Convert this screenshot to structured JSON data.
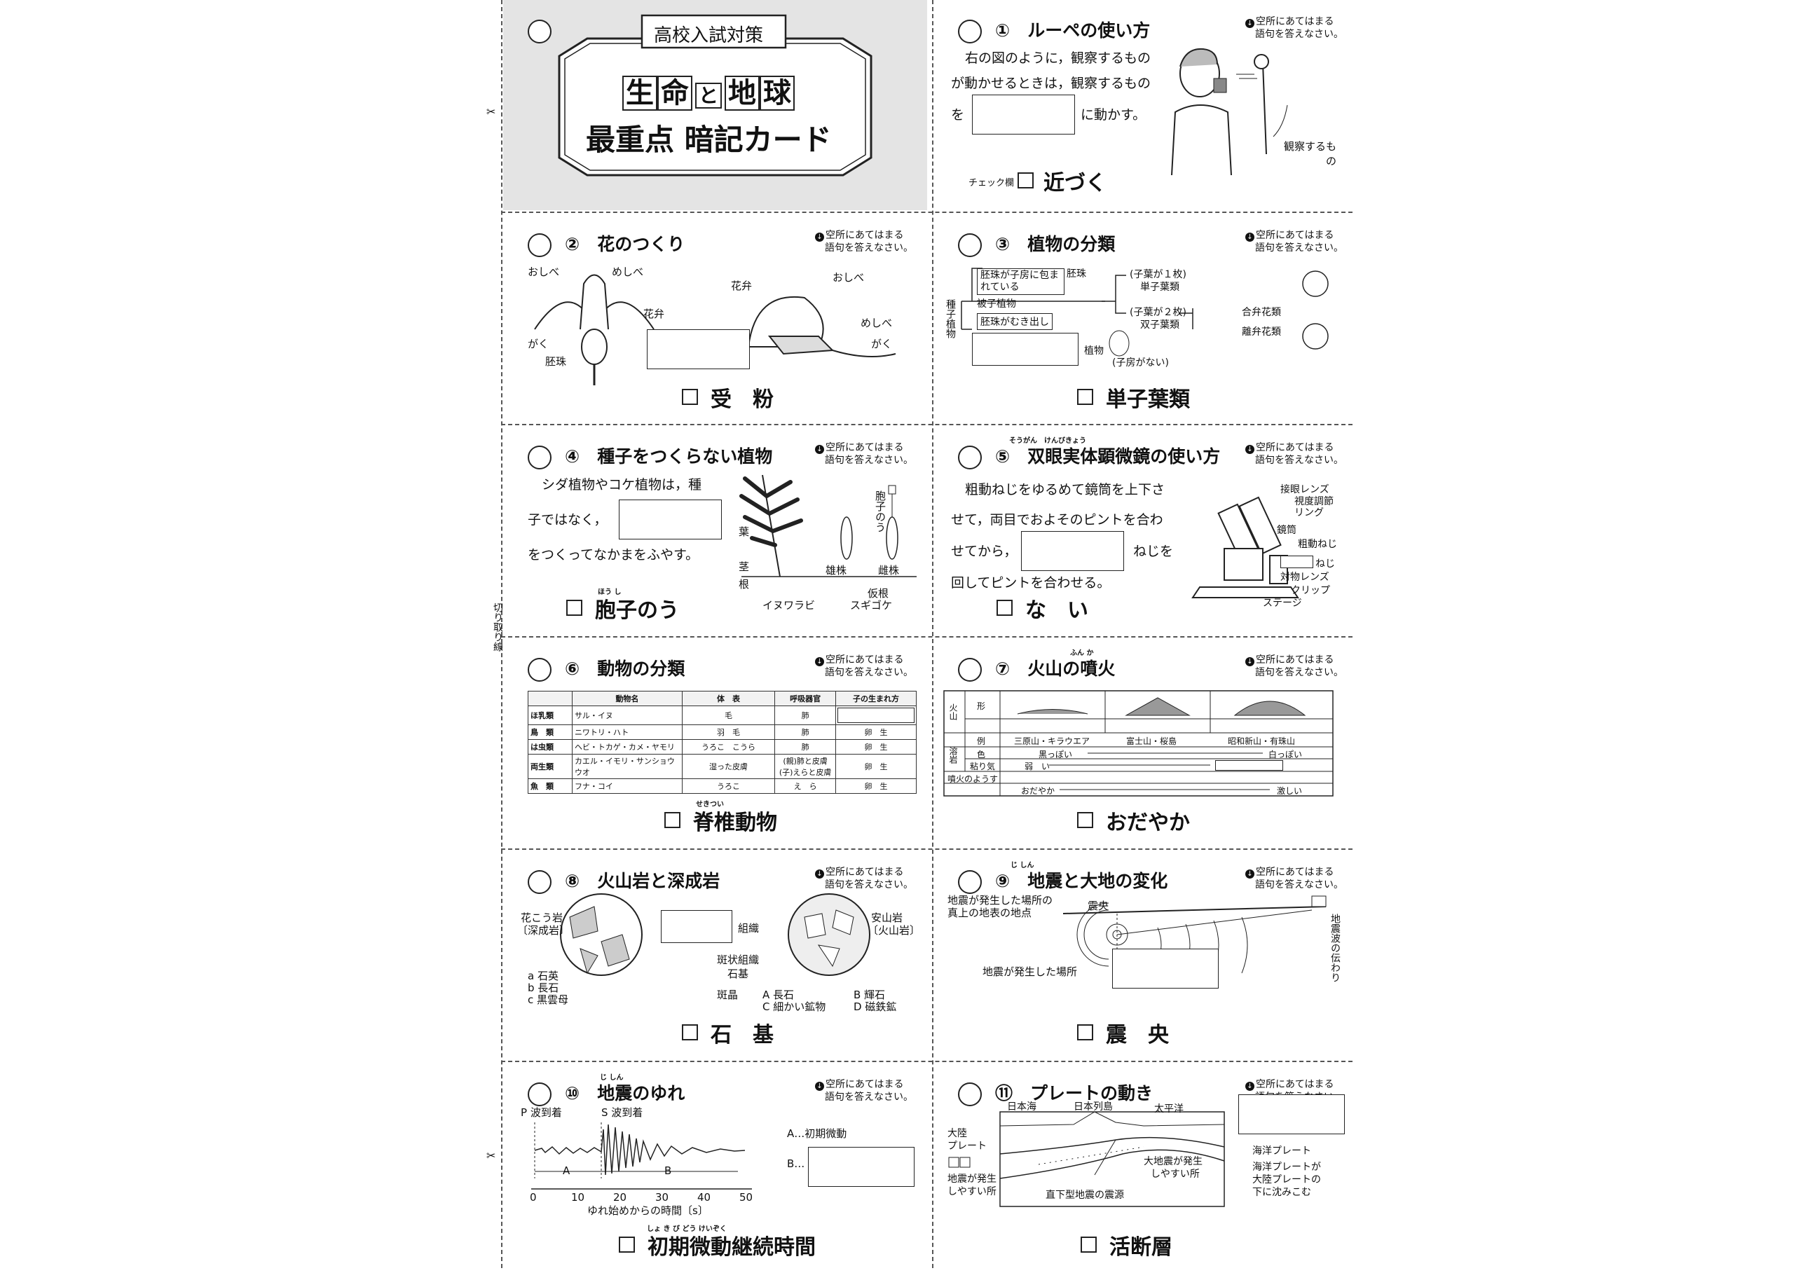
{
  "note": {
    "line1": "空所にあてはまる",
    "line2": "語句を答えなさい。"
  },
  "check_label": "チェック欄",
  "cut_label": "切り取り線",
  "cover": {
    "top": "高校入試対策",
    "t1": "生",
    "t2": "命",
    "t3": "と",
    "t4": "地",
    "t5": "球",
    "sub": "最重点 暗記カード"
  },
  "cards": [
    {
      "num": "①",
      "title": "ルーペの使い方",
      "text1": "右の図のように，観察するもの",
      "text2": "が動かせるときは，観察するもの",
      "text3a": "を",
      "text3b": "に動かす。",
      "fig": "観察するもの",
      "answer": "近づく"
    },
    {
      "num": "②",
      "title": "花のつくり",
      "labels": [
        "おしべ",
        "めしべ",
        "花弁",
        "がく",
        "胚珠",
        "花弁",
        "おしべ",
        "めしべ",
        "がく"
      ],
      "answer": "受　粉"
    },
    {
      "num": "③",
      "title": "植物の分類",
      "labels": [
        "種子植物",
        "胚珠が子房に包まれている",
        "被子植物",
        "胚珠がむき出し",
        "植物",
        "胚珠",
        "(子葉が１枚)",
        "単子葉類",
        "(子葉が２枚)",
        "双子葉類",
        "合弁花類",
        "離弁花類",
        "(子房がない)"
      ],
      "answer": "単子葉類"
    },
    {
      "num": "④",
      "title": "種子をつくらない植物",
      "text1": "シダ植物やコケ植物は，種",
      "text2a": "子ではなく，",
      "text3": "をつくってなかまをふやす。",
      "labels": [
        "葉",
        "茎",
        "根",
        "イヌワラビ",
        "胞子のう",
        "雄株",
        "雌株",
        "仮根",
        "スギゴケ"
      ],
      "answer": "胞子のう",
      "ruby": "ほう し"
    },
    {
      "num": "⑤",
      "title": "双眼実体顕微鏡の使い方",
      "ruby": "そうがん　けんびきょう",
      "text1": "粗動ねじをゆるめて鏡筒を上下さ",
      "text2": "せて，両目でおよそのピントを合わ",
      "text3a": "せてから，",
      "text3b": "ねじを",
      "text4": "回してピントを合わせる。",
      "labels": [
        "接眼レンズ",
        "視度調節リング",
        "鏡筒",
        "粗動ねじ",
        "ねじ",
        "対物レンズ",
        "クリップ",
        "ステージ"
      ],
      "answer": "な　い"
    },
    {
      "num": "⑥",
      "title": "動物の分類",
      "table": {
        "head": [
          "",
          "動物名",
          "体　表",
          "呼吸器官",
          "子の生まれ方"
        ],
        "rows": [
          [
            "ほ乳類",
            "サル・イヌ",
            "毛",
            "肺",
            ""
          ],
          [
            "鳥　類",
            "ニワトリ・ハト",
            "羽　毛",
            "肺",
            "卵　生"
          ],
          [
            "は虫類",
            "ヘビ・トカゲ・カメ・ヤモリ",
            "うろこ　こうら",
            "肺",
            "卵　生"
          ],
          [
            "両生類",
            "カエル・イモリ・サンショウウオ",
            "湿った皮膚",
            "(親)肺と皮膚 (子)えらと皮膚",
            "卵　生"
          ],
          [
            "魚　類",
            "フナ・コイ",
            "うろこ",
            "え　ら",
            "卵　生"
          ]
        ]
      },
      "answer": "脊椎動物",
      "ruby": "せきつい"
    },
    {
      "num": "⑦",
      "title": "火山の噴火",
      "ruby": "ふん か",
      "table": {
        "r1": "火山",
        "r1b": "形",
        "r2": "例",
        "ex": [
          "三原山・キラウエア",
          "富士山・桜島",
          "昭和新山・有珠山"
        ],
        "r3": "溶岩",
        "c1": "色",
        "c1a": "黒っぽい",
        "c1b": "白っぽい",
        "c2": "粘り気",
        "c2a": "弱　い",
        "c3": "噴火のようす",
        "c3a": "おだやか",
        "c3b": "激しい"
      },
      "answer": "おだやか"
    },
    {
      "num": "⑧",
      "title": "火山岩と深成岩",
      "labels": [
        "花こう岩",
        "〔深成岩〕",
        "安山岩",
        "〔火山岩〕",
        "組織",
        "斑状組織",
        "石基",
        "斑晶",
        "a 石英",
        "b 長石",
        "c 黒雲母",
        "A 長石",
        "B 輝石",
        "C 細かい鉱物",
        "D 磁鉄鉱"
      ],
      "answer": "石　基"
    },
    {
      "num": "⑨",
      "title": "地震と大地の変化",
      "ruby": "じ しん",
      "labels": [
        "地震が発生した場所の",
        "真上の地表の地点",
        "震央",
        "地震が発生した場所",
        "地震波の伝わり"
      ],
      "answer": "震　央"
    },
    {
      "num": "⑩",
      "title": "地震のゆれ",
      "ruby": "じ しん",
      "labels": [
        "P 波到着",
        "S 波到着",
        "A…初期微動",
        "B…",
        "A",
        "B",
        "ゆれ始めからの時間〔s〕"
      ],
      "ticks": [
        "0",
        "10",
        "20",
        "30",
        "40",
        "50"
      ],
      "answer": "初期微動継続時間",
      "ruby2": "しょ き び どう けいぞく"
    },
    {
      "num": "⑪",
      "title": "プレートの動き",
      "labels": [
        "日本海",
        "日本列島",
        "太平洋",
        "大陸",
        "プレート",
        "海洋プレート",
        "大地震が発生",
        "しやすい所",
        "海洋プレートが",
        "大陸プレートの",
        "下に沈みこむ",
        "地震が発生",
        "しやすい所",
        "直下型地震の震源"
      ],
      "answer": "活断層"
    }
  ]
}
